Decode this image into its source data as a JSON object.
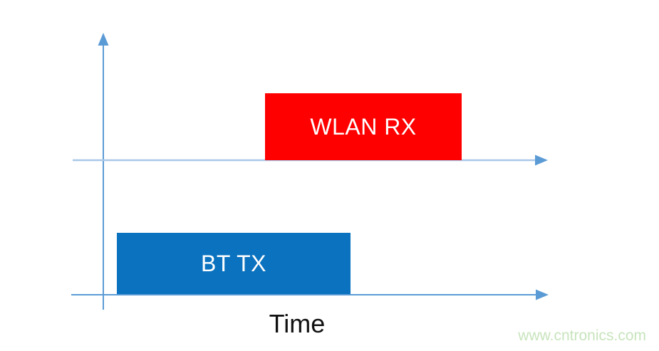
{
  "diagram": {
    "bars": [
      {
        "label": "WLAN RX",
        "color": "#FE0000",
        "text_color": "#FFFFFF"
      },
      {
        "label": "BT TX",
        "color": "#0A72BF",
        "text_color": "#FFFFFF"
      }
    ],
    "axis_label": "Time",
    "watermark": "www.cntronics.com",
    "colors": {
      "axis": "#5B9BD5",
      "axis_light": "#A9C7E8",
      "label_text": "#111111",
      "watermark": "#C8E4BD"
    }
  }
}
